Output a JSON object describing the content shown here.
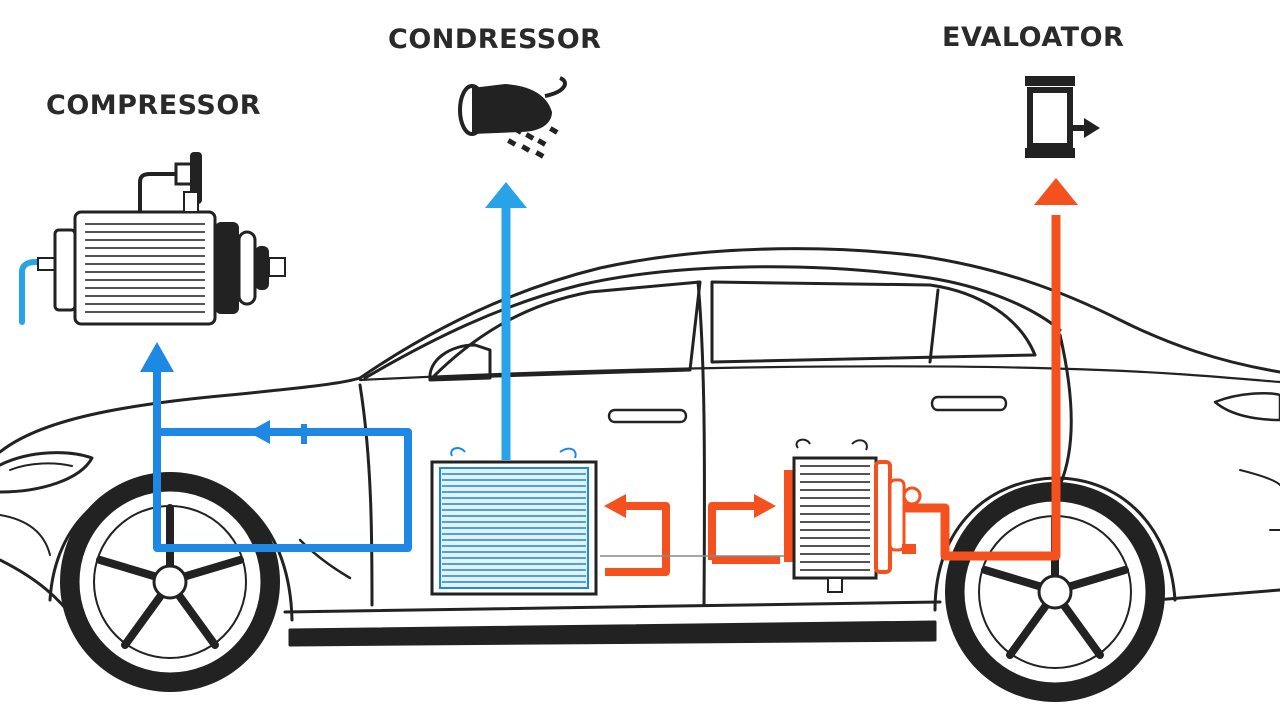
{
  "labels": {
    "compressor": "COMPRESSOR",
    "condenser": "CONDRESSOR",
    "evaporator": "EVALOATOR"
  },
  "colors": {
    "cold_line": "#1e88e5",
    "cold_line_light": "#29a3e8",
    "hot_line": "#f4511e",
    "outline": "#222222",
    "background": "#ffffff"
  },
  "icons": {
    "compressor": "compressor-unit-icon",
    "condenser": "condenser-spray-icon",
    "evaporator": "evaporator-arrow-icon"
  }
}
